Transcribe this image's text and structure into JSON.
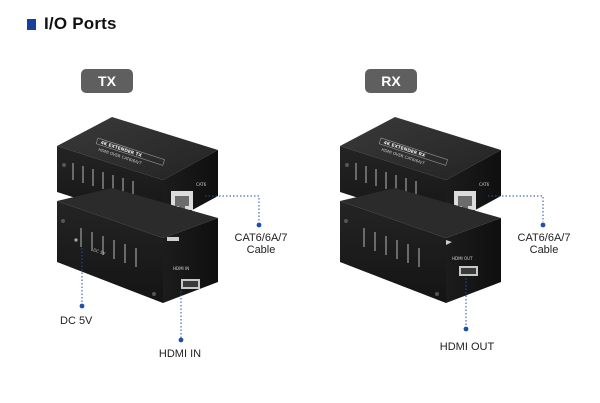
{
  "header": {
    "title": "I/O Ports"
  },
  "tx": {
    "badge": "TX",
    "cable_label_line1": "CAT6/6A/7",
    "cable_label_line2": "Cable",
    "dc_label": "DC 5V",
    "hdmi_label": "HDMI IN",
    "device": {
      "port_cat": "CAT6",
      "port_power": "DC 5V",
      "port_hdmi": "HDMI IN"
    }
  },
  "rx": {
    "badge": "RX",
    "cable_label_line1": "CAT6/6A/7",
    "cable_label_line2": "Cable",
    "hdmi_label": "HDMI OUT",
    "device": {
      "port_cat": "CAT6",
      "port_hdmi": "HDMI OUT"
    }
  },
  "colors": {
    "accent": "#1a3e9e",
    "badge": "#5f5f5f",
    "device": "#1b1b1b",
    "dot_line": "#1f4fa8"
  }
}
